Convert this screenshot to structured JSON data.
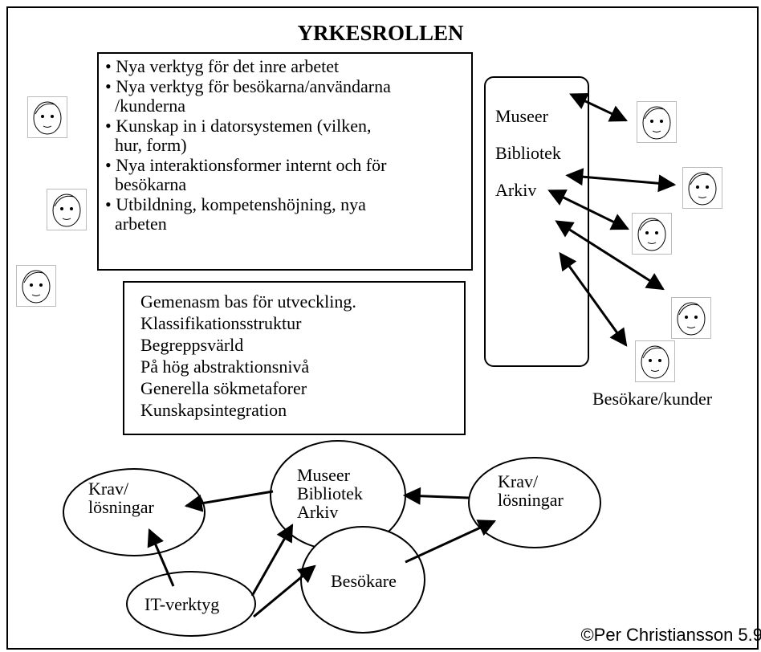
{
  "title": "YRKESROLLEN",
  "bullets": [
    "• Nya verktyg för det inre arbetet",
    "• Nya verktyg för besökarna/användarna",
    "/kunderna",
    "• Kunskap in i datorsystemen (vilken,",
    "hur, form)",
    "• Nya interaktionsformer internt och för",
    "besökarna",
    "• Utbildning, kompetenshöjning, nya",
    "arbeten"
  ],
  "base_lines": [
    "Gemenasm bas för utveckling.",
    "Klassifikationsstruktur",
    "Begreppsvärld",
    "På hög abstraktionsnivå",
    "Generella sökmetaforer",
    "Kunskapsintegration"
  ],
  "institutions": [
    "Museer",
    "Bibliotek",
    "Arkiv"
  ],
  "visitors_label": "Besökare/kunder",
  "nodes": {
    "krav_left": [
      "Krav/",
      "lösningar"
    ],
    "center": [
      "Museer",
      "Bibliotek",
      "Arkiv"
    ],
    "krav_right": [
      "Krav/",
      "lösningar"
    ],
    "besokare": "Besökare",
    "it": "IT-verktyg"
  },
  "copyright": "©Per Christiansson 5.9"
}
